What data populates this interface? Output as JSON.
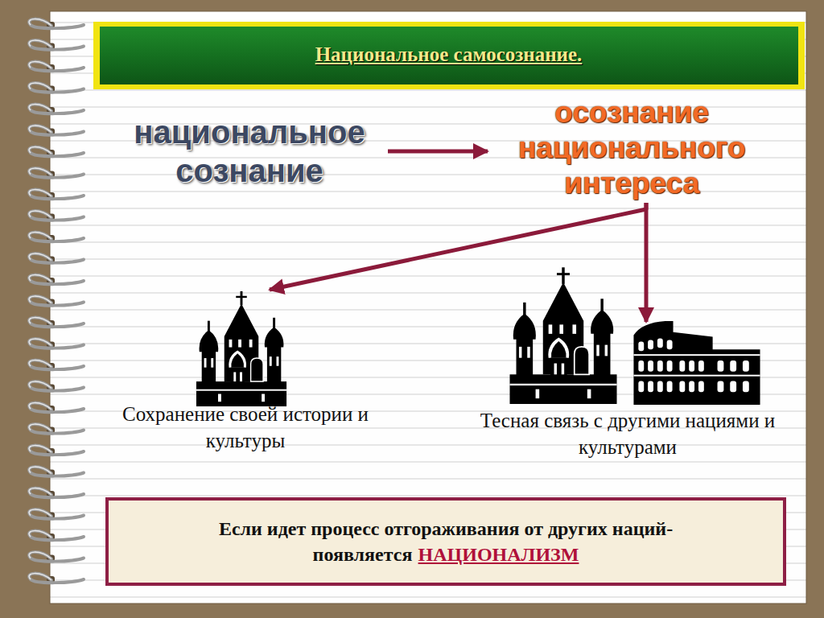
{
  "diagram": {
    "title": "Национальное самосознание.",
    "nodes": [
      {
        "text": [
          "национальное сознание"
        ]
      },
      {
        "text": [
          "осознание национального интереса"
        ]
      },
      {
        "text": [
          "Сохранение своей истории и культуры"
        ]
      },
      {
        "text": [
          "Тесная связь с другими нациями и культурами"
        ]
      },
      {
        "text": [
          "Если идет процесс отгораживания от других наций- появляется",
          "НАЦИОНАЛИЗМ"
        ]
      }
    ],
    "edges": [
      {
        "from": 0,
        "to": 1,
        "arrow": "to"
      },
      {
        "from": 1,
        "to": 2,
        "arrow": "to"
      },
      {
        "from": 1,
        "to": 3,
        "arrow": "to"
      }
    ]
  }
}
